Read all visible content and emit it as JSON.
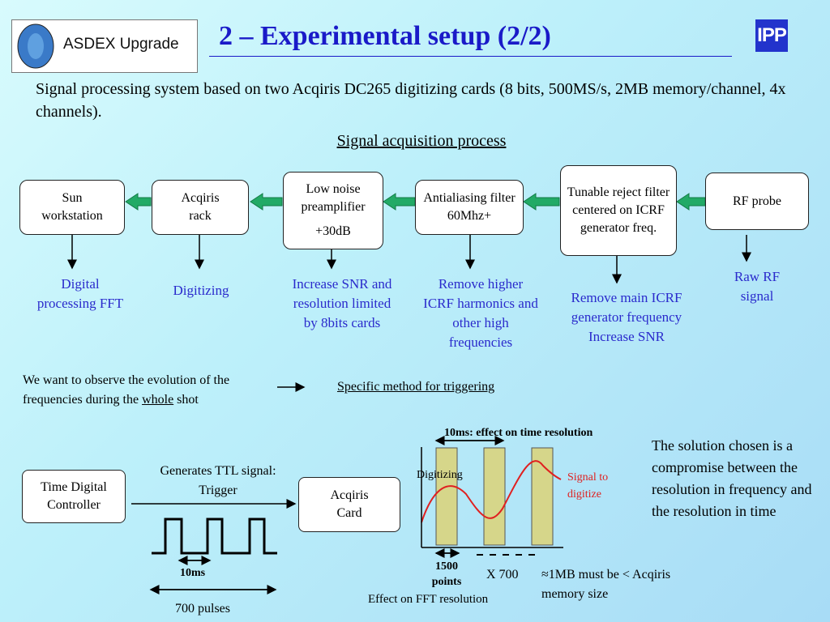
{
  "header": {
    "logo_text": "ASDEX Upgrade",
    "title": "2 – Experimental setup (2/2)",
    "ipp_logo": "IPP"
  },
  "intro": "Signal processing system based on two Acqiris DC265 digitizing cards (8 bits, 500MS/s, 2MB memory/channel, 4x channels).",
  "subtitle": "Signal acquisition process",
  "chain": {
    "sun": "Sun workstation",
    "acqiris_rack": "Acqiris rack",
    "preamp_line1": "Low noise preamplifier",
    "preamp_line2": "+30dB",
    "antialias": "Antialiasing filter 60Mhz+",
    "reject": "Tunable reject filter centered on ICRF generator freq.",
    "probe": "RF probe"
  },
  "roles": {
    "sun": "Digital processing FFT",
    "acqiris_rack": "Digitizing",
    "preamp": "Increase SNR and resolution limited by 8bits cards",
    "antialias": "Remove higher ICRF harmonics and other high frequencies",
    "reject": "Remove main ICRF generator frequency Increase SNR",
    "probe": "Raw RF signal"
  },
  "observe": {
    "text_before": "We want to observe the evolution of the frequencies during the",
    "text_u": "whole",
    "text_after": "shot",
    "method": "Specific method for triggering"
  },
  "trigger": {
    "controller": "Time Digital Controller",
    "ttl_label": "Generates TTL signal: Trigger",
    "card": "Acqiris Card",
    "period": "10ms",
    "pulses": "700 pulses"
  },
  "timing": {
    "effect_time": "10ms: effect on time resolution",
    "digitizing": "Digitizing",
    "signal_label": "Signal to digitize",
    "points": "1500 points",
    "times": "X 700",
    "memory": "≈1MB must be < Acqiris memory size",
    "effect_fft": "Effect on FFT resolution"
  },
  "conclusion": "The solution chosen is a compromise between the resolution in frequency and the resolution in time",
  "colors": {
    "title": "#1a1ac8",
    "annotation": "#2a2acc",
    "arrow_green": "#22aa66",
    "signal_red": "#e02020",
    "bar_fill": "#d6d68a"
  }
}
